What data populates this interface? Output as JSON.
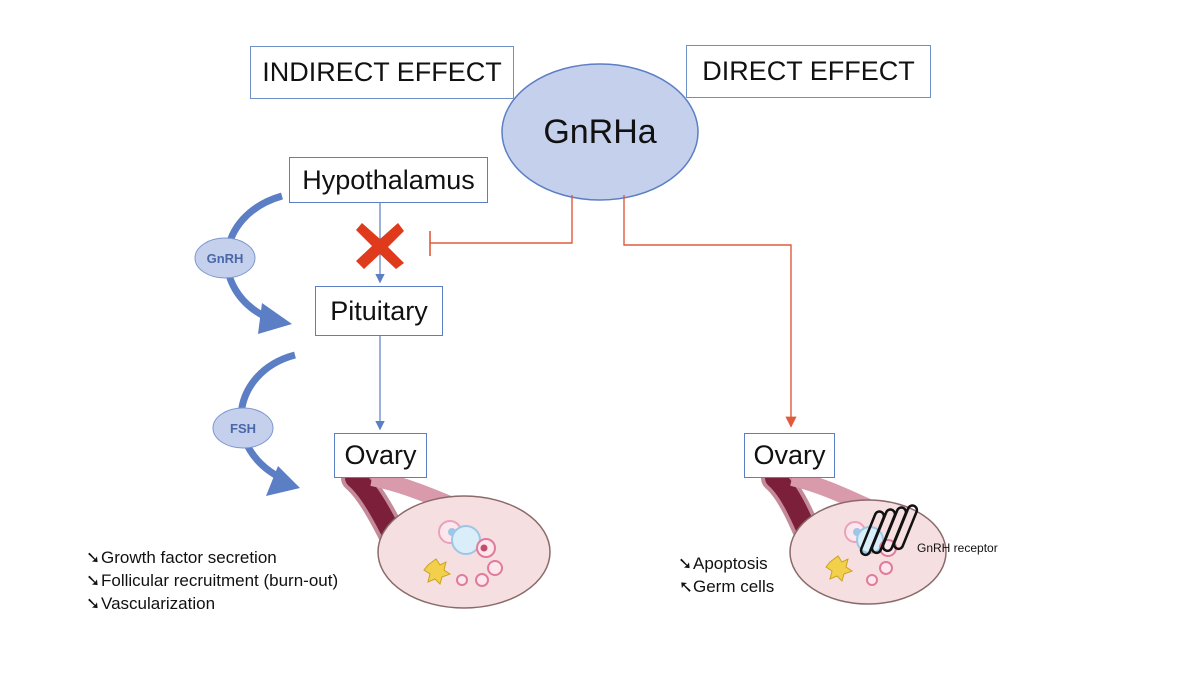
{
  "title_ellipse": "GnRHa",
  "effect_labels": {
    "indirect": "INDIRECT EFFECT",
    "direct": "DIRECT EFFECT"
  },
  "nodes": {
    "hypothalamus": "Hypothalamus",
    "pituitary": "Pituitary",
    "ovary_indirect": "Ovary",
    "ovary_direct": "Ovary"
  },
  "hormones": {
    "gnrh": "GnRH",
    "fsh": "FSH"
  },
  "indirect_effects": [
    {
      "arrow": "➘",
      "text": "Growth factor secretion"
    },
    {
      "arrow": "➘",
      "text": "Follicular recruitment (burn-out)"
    },
    {
      "arrow": "➘",
      "text": "Vascularization"
    }
  ],
  "direct_effects": [
    {
      "arrow": "➘",
      "text": "Apoptosis"
    },
    {
      "arrow": "➚",
      "text": "Germ cells"
    }
  ],
  "receptor_label": "GnRH receptor",
  "colors": {
    "ellipse_fill": "#c5d0ec",
    "box_border": "#5b7ec4",
    "blue_flow": "#5b7ec4",
    "red_flow": "#e05a3c",
    "block_x": "#e03a1c",
    "ovary_tube": "#7b1f3a",
    "ovary_body": "#f6dfe0"
  },
  "icons": {
    "block": "cross-mark-icon",
    "ovary": "ovary-illustration",
    "receptor": "gnrh-receptor-icon"
  }
}
